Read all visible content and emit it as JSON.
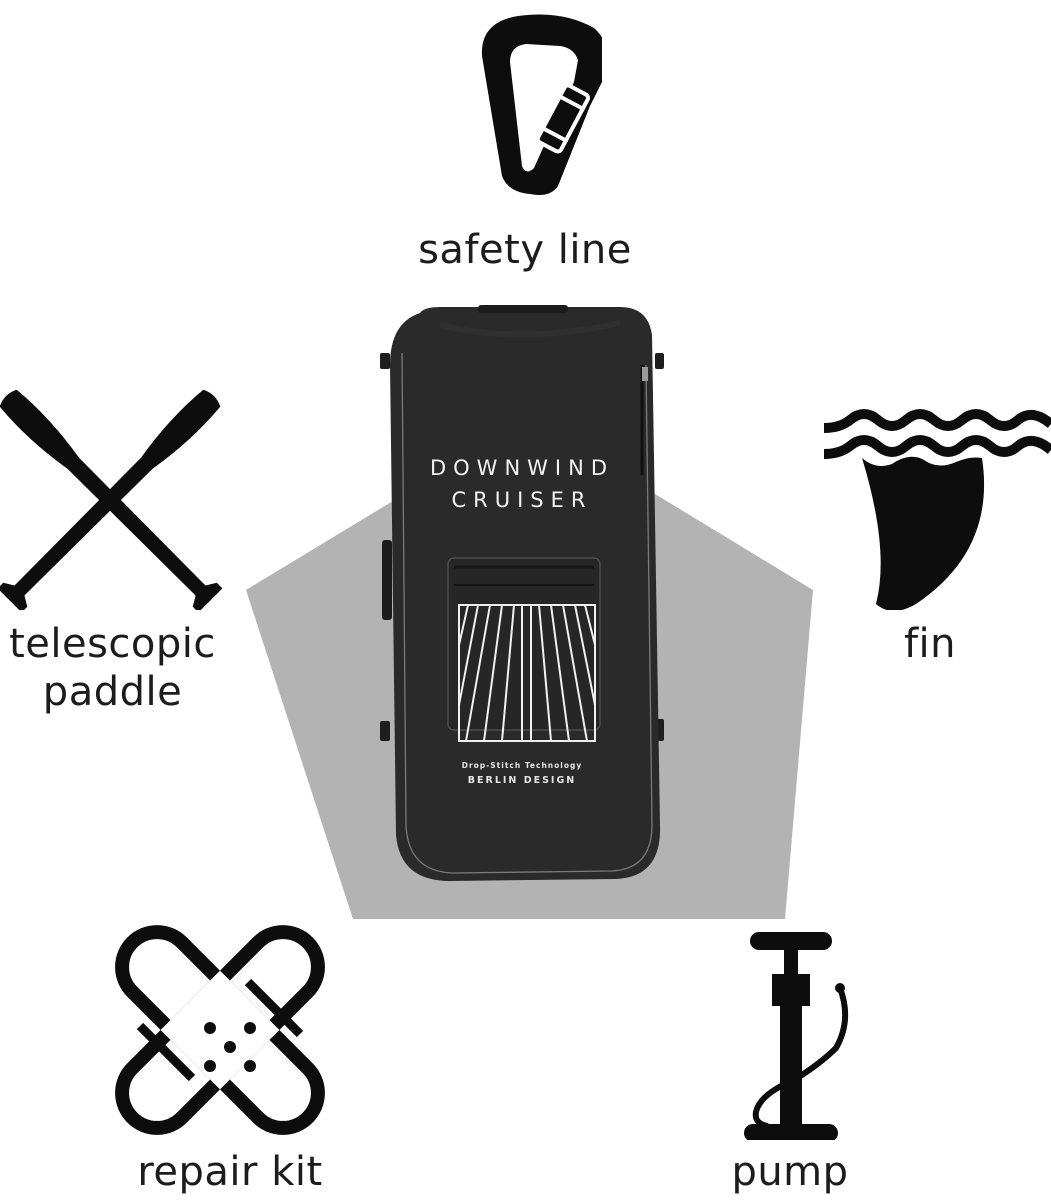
{
  "colors": {
    "background": "#ffffff",
    "pentagon": "#b3b3b3",
    "icon": "#0d0d0d",
    "bag": "#2b2b2b",
    "bag_text": "#f2f2f2",
    "label_text": "#1c1c1c"
  },
  "items": [
    {
      "id": "safety-line",
      "icon": "carabiner-icon",
      "label": "safety line"
    },
    {
      "id": "telescopic-paddle",
      "icon": "crossed-paddles-icon",
      "label_line1": "telescopic",
      "label_line2": "paddle"
    },
    {
      "id": "fin",
      "icon": "fin-waves-icon",
      "label": "fin"
    },
    {
      "id": "repair-kit",
      "icon": "bandage-icon",
      "label": "repair kit"
    },
    {
      "id": "pump",
      "icon": "pump-icon",
      "label": "pump"
    }
  ],
  "bag": {
    "title_line1": "DOWNWIND",
    "title_line2": "CRUISER",
    "subtitle": "Drop-Stitch Technology",
    "brand": "BERLIN DESIGN"
  }
}
